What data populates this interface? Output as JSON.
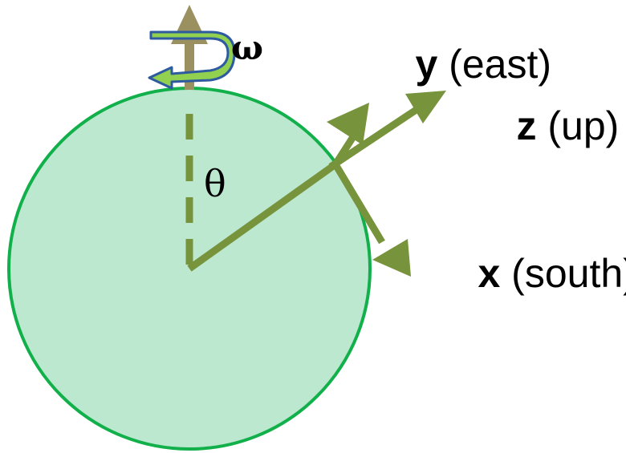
{
  "colors": {
    "earth_fill": "#bce8d0",
    "earth_stroke": "#11b04a",
    "vector_color": "#77933c",
    "axis_arrow_color": "#9b9060",
    "rotation_fill": "#92d050",
    "rotation_stroke": "#2e5aa0"
  },
  "labels": {
    "omega": "ω",
    "theta": "θ",
    "y_bold": "y",
    "y_rest": " (east)",
    "z_bold": "z",
    "z_rest": " (up)",
    "x_bold": "x",
    "x_rest": " (south)"
  }
}
